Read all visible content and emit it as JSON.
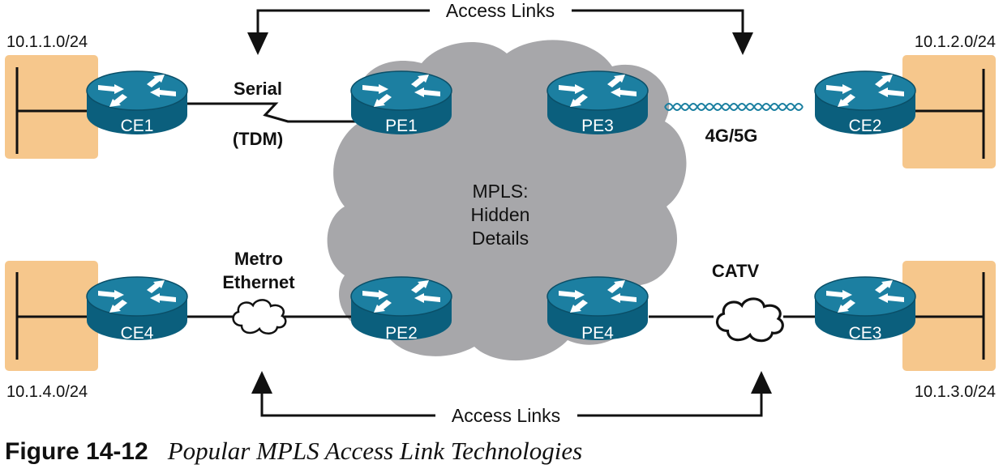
{
  "colors": {
    "router_fill": "#0d6a8a",
    "router_top": "#1a7fa0",
    "cloud_fill": "#a7a7aa",
    "site_fill": "#f6c78c",
    "line": "#111111"
  },
  "labels": {
    "access_links_top": "Access Links",
    "access_links_bottom": "Access Links",
    "serial": "Serial",
    "tdm": "(TDM)",
    "wireless": "4G/5G",
    "metro": "Metro",
    "ethernet": "Ethernet",
    "catv": "CATV",
    "mpls_line1": "MPLS:",
    "mpls_line2": "Hidden",
    "mpls_line3": "Details"
  },
  "routers": {
    "ce1": "CE1",
    "ce2": "CE2",
    "ce3": "CE3",
    "ce4": "CE4",
    "pe1": "PE1",
    "pe2": "PE2",
    "pe3": "PE3",
    "pe4": "PE4"
  },
  "subnets": {
    "s1": "10.1.1.0/24",
    "s2": "10.1.2.0/24",
    "s3": "10.1.3.0/24",
    "s4": "10.1.4.0/24"
  },
  "caption": {
    "number": "Figure 14-12",
    "title": "Popular MPLS Access Link Technologies"
  }
}
